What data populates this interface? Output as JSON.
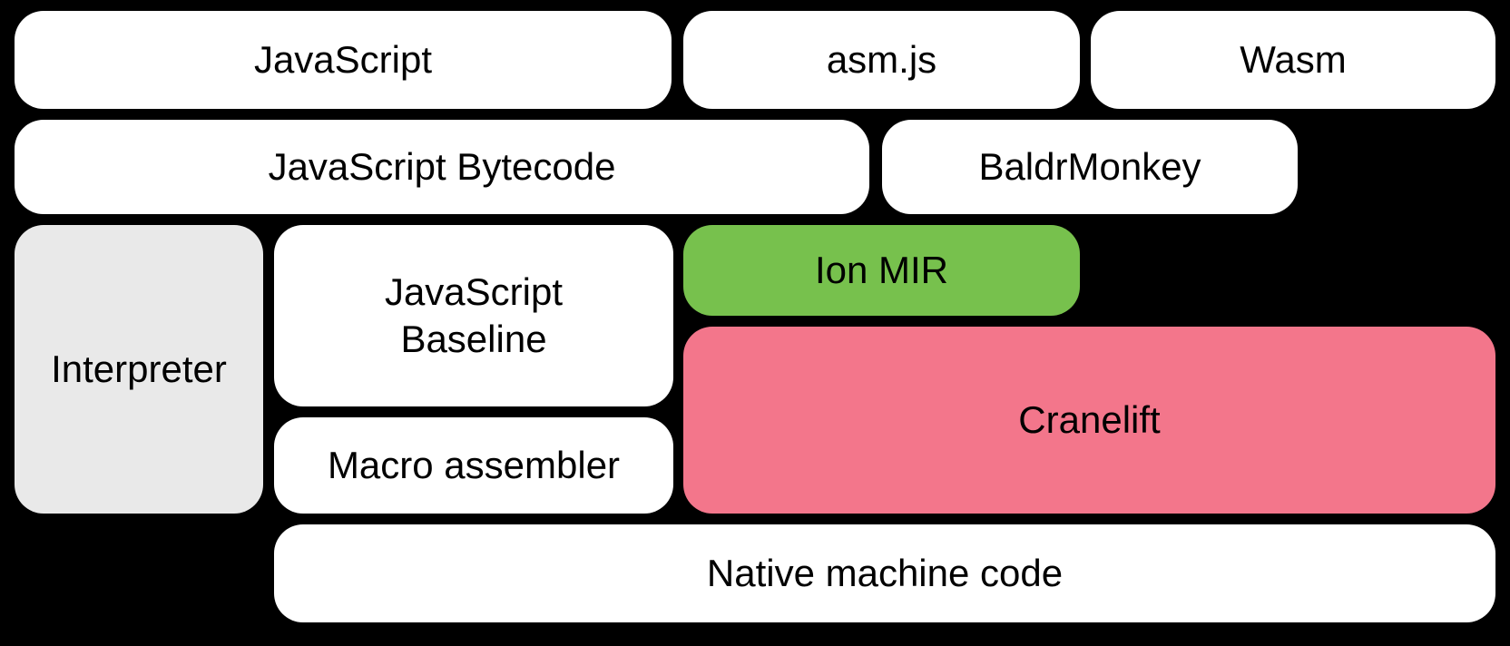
{
  "colors": {
    "background": "#000000",
    "box_white": "#ffffff",
    "box_gray": "#e9e9e9",
    "box_green": "#77c14d",
    "box_pink": "#f3768b",
    "text": "#000000"
  },
  "boxes": {
    "javascript": {
      "label": "JavaScript"
    },
    "asmjs": {
      "label": "asm.js"
    },
    "wasm": {
      "label": "Wasm"
    },
    "bytecode": {
      "label": "JavaScript Bytecode"
    },
    "baldrmonkey": {
      "label": "BaldrMonkey"
    },
    "interpreter": {
      "label": "Interpreter"
    },
    "baseline": {
      "label": "JavaScript\nBaseline"
    },
    "ion_mir": {
      "label": "Ion MIR"
    },
    "cranelift": {
      "label": "Cranelift"
    },
    "macro_assembler": {
      "label": "Macro assembler"
    },
    "native": {
      "label": "Native machine code"
    }
  }
}
